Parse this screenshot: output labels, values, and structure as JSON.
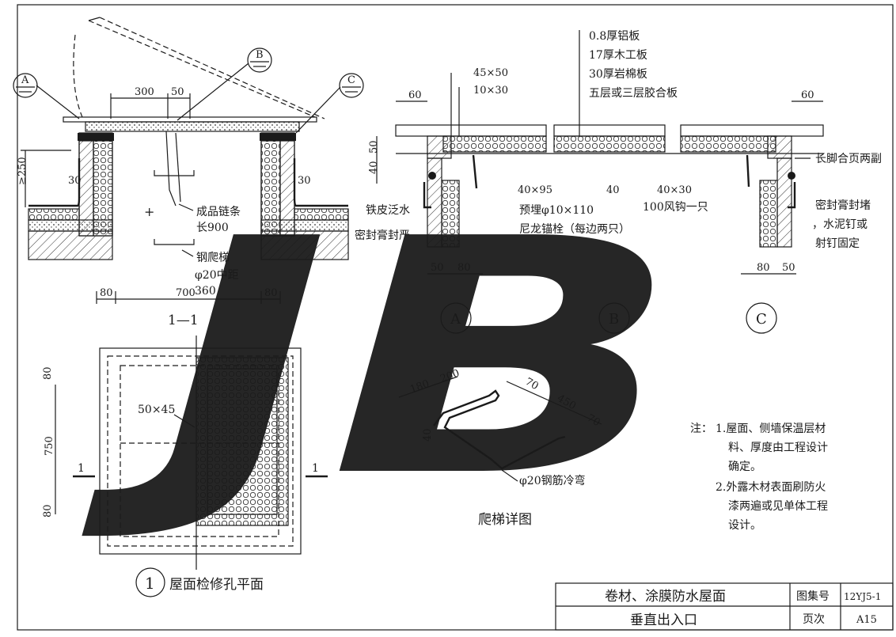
{
  "section_title": "1—1",
  "section_dims": {
    "d300": "300",
    "d50": "50",
    "d250": "≥250",
    "d30a": "30",
    "d30b": "30",
    "d80a": "80",
    "d700": "700",
    "d80b": "80"
  },
  "section_notes": {
    "chain_1": "成品链条",
    "chain_2": "长900",
    "ladder_1": "钢爬梯",
    "ladder_2": "φ20中距",
    "ladder_3": "360"
  },
  "refs": {
    "a": "A",
    "b": "B",
    "c": "C"
  },
  "layers": [
    "0.8厚铝板",
    "17厚木工板",
    "30厚岩棉板",
    "五层或三层胶合板"
  ],
  "details_dims": {
    "d60a": "60",
    "d4550": "45×50",
    "d1030": "10×30",
    "d50v": "50",
    "d40v": "40",
    "d4095": "40×95",
    "d40h": "40",
    "d4030": "40×30",
    "d60b": "60",
    "d50a": "50",
    "d80a": "80",
    "d80b": "80",
    "d50b": "50"
  },
  "details_notes": {
    "flashing": "铁皮泛水",
    "sealant_a": "密封膏封严",
    "anchor_1": "预埋φ10×110",
    "anchor_2": "尼龙锚栓（每边两只）",
    "hook": "100风钩一只",
    "hinge": "长脚合页两副",
    "seal_c1": "密封膏封堵",
    "seal_c2": "，水泥钉或",
    "seal_c3": "射钉固定"
  },
  "detail_labels": {
    "a": "A",
    "b": "B",
    "c": "C"
  },
  "plan": {
    "d80a": "80",
    "d750": "750",
    "d80b": "80",
    "d5045": "50×45",
    "cut_left": "1",
    "cut_right": "1",
    "number": "1",
    "title": "屋面检修孔平面"
  },
  "ladder": {
    "d180": "180",
    "d200": "200",
    "d70a": "70",
    "d450": "450",
    "d70b": "70",
    "d40": "40",
    "rebar": "φ20钢筋冷弯",
    "title": "爬梯详图"
  },
  "notes": {
    "prefix": "注：",
    "lines": [
      "1.屋面、侧墙保温层材",
      "料、厚度由工程设计",
      "确定。",
      "2.外露木材表面刷防火",
      "漆两遍或见单体工程",
      "设计。"
    ]
  },
  "watermark": "JB",
  "title_block": {
    "title_1": "卷材、涂膜防水屋面",
    "title_2": "垂直出入口",
    "atlas_label": "图集号",
    "atlas_no": "12YJ5-1",
    "page_label": "页次",
    "page_no": "A15"
  },
  "colors": {
    "watermark": "#1e9ad6",
    "ink": "#1a1a1a"
  }
}
